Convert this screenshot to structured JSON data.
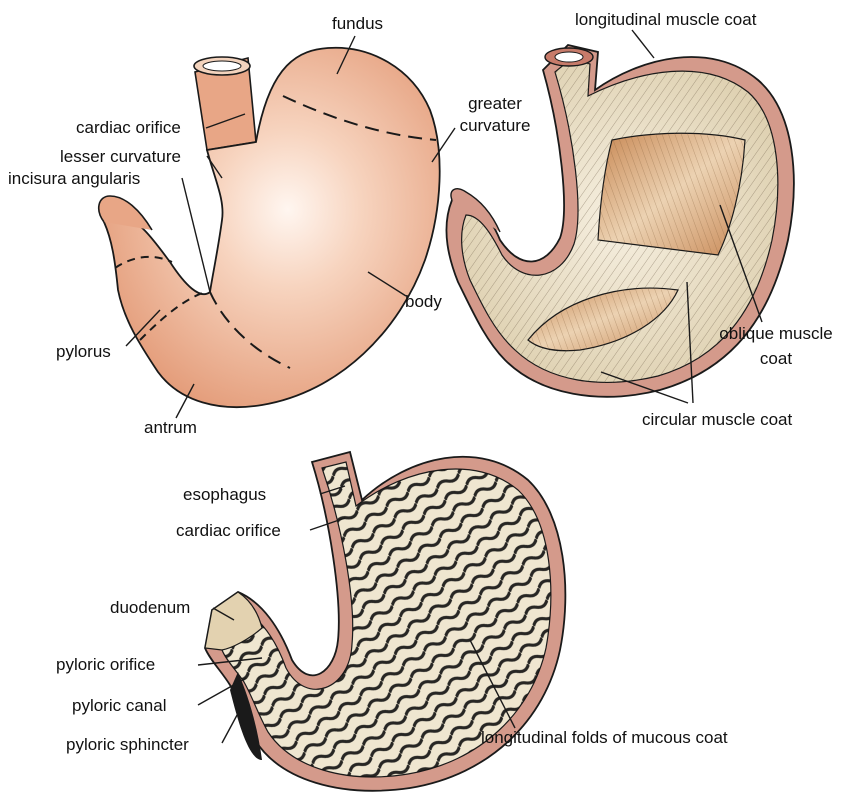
{
  "colors": {
    "stomach_skin": "#e6a27f",
    "stomach_highlight": "#fff4ee",
    "outline": "#1a1a1a",
    "muscle_wall": "#cf8f80",
    "muscle_inner": "#ece2c9",
    "oblique_patch": "#d7a070",
    "mucosa_light": "#efe6d0",
    "fold_dark": "#111111"
  },
  "labels": {
    "fundus": "fundus",
    "cardiac_orifice_top": "cardiac orifice",
    "lesser_curvature": "lesser curvature",
    "incisura_angularis": "incisura angularis",
    "greater_curvature_1": "greater",
    "greater_curvature_2": "curvature",
    "body": "body",
    "pylorus": "pylorus",
    "antrum": "antrum",
    "longitudinal_muscle_coat": "longitudinal muscle coat",
    "oblique_muscle_coat_1": "oblique muscle",
    "oblique_muscle_coat_2": "coat",
    "circular_muscle_coat": "circular muscle coat",
    "esophagus": "esophagus",
    "cardiac_orifice_bottom": "cardiac orifice",
    "duodenum": "duodenum",
    "pyloric_orifice": "pyloric orifice",
    "pyloric_canal": "pyloric canal",
    "pyloric_sphincter": "pyloric sphincter",
    "longitudinal_folds": "longitudinal folds of mucous coat"
  }
}
